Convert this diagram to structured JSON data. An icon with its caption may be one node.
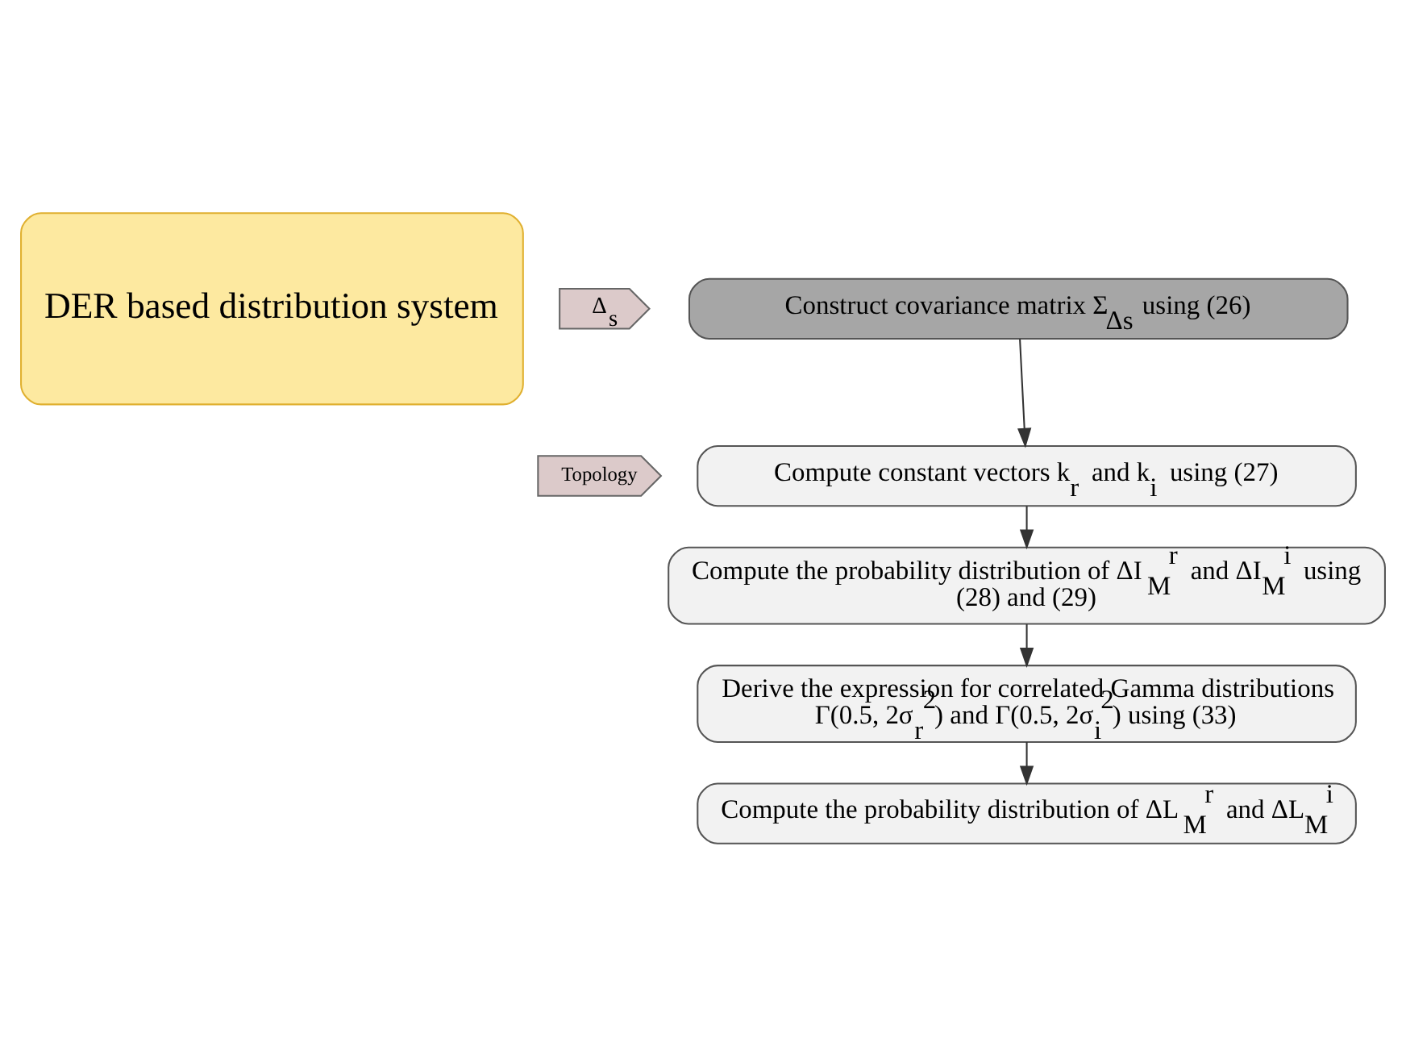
{
  "diagram": {
    "nodes": [
      {
        "text": [
          "DER based distribution system"
        ]
      },
      {
        "text": [
          "Δ$_{s}$"
        ]
      },
      {
        "text": [
          "Construct covariance matrix Σ$_{Δs}$ using (26)"
        ]
      },
      {
        "text": [
          "Topology"
        ]
      },
      {
        "text": [
          "Compute constant vectors k$_{r}$ and k$_{i}$ using (27)"
        ]
      },
      {
        "text": [
          "Compute the probability distribution of ΔI$_{M}$$^{r}$ and ΔI$_{M}$$^{i}$ using (28) and (29)"
        ]
      },
      {
        "text": [
          "Derive the expression for correlated Gamma distributions Γ(0.5, 2σ$_{r}$$^{2}$) and Γ(0.5, 2σ$_{i}$$^{2}$) using (33)"
        ]
      },
      {
        "text": [
          "Compute the probability distribution of ΔL$_{M}$$^{r}$ and ΔL$_{M}$$^{i}$"
        ]
      }
    ],
    "edges": [
      {
        "from": 2,
        "to": 4,
        "arrow": "to"
      },
      {
        "from": 4,
        "to": 5,
        "arrow": "to"
      },
      {
        "from": 5,
        "to": 6,
        "arrow": "to"
      },
      {
        "from": 6,
        "to": 7,
        "arrow": "to"
      }
    ]
  }
}
